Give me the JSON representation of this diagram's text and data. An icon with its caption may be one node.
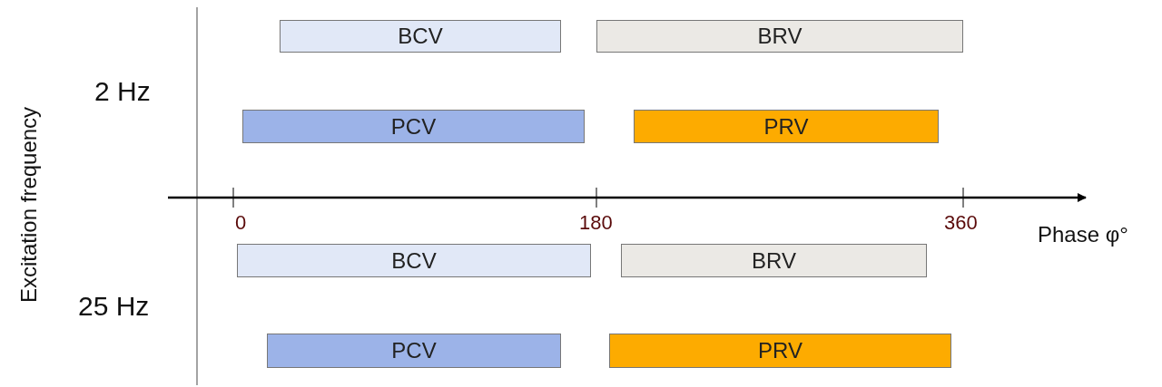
{
  "diagram": {
    "nodes": [
      {
        "text": [
          "BCV"
        ]
      },
      {
        "text": [
          "BRV"
        ]
      },
      {
        "text": [
          "PCV"
        ]
      },
      {
        "text": [
          "PRV"
        ]
      },
      {
        "text": [
          "BCV"
        ]
      },
      {
        "text": [
          "BRV"
        ]
      },
      {
        "text": [
          "PCV"
        ]
      },
      {
        "text": [
          "PRV"
        ]
      }
    ],
    "labels": [
      "Excitation frequency",
      "2 Hz",
      "0",
      "180",
      "360",
      "Phase φ°",
      "25 Hz"
    ]
  }
}
